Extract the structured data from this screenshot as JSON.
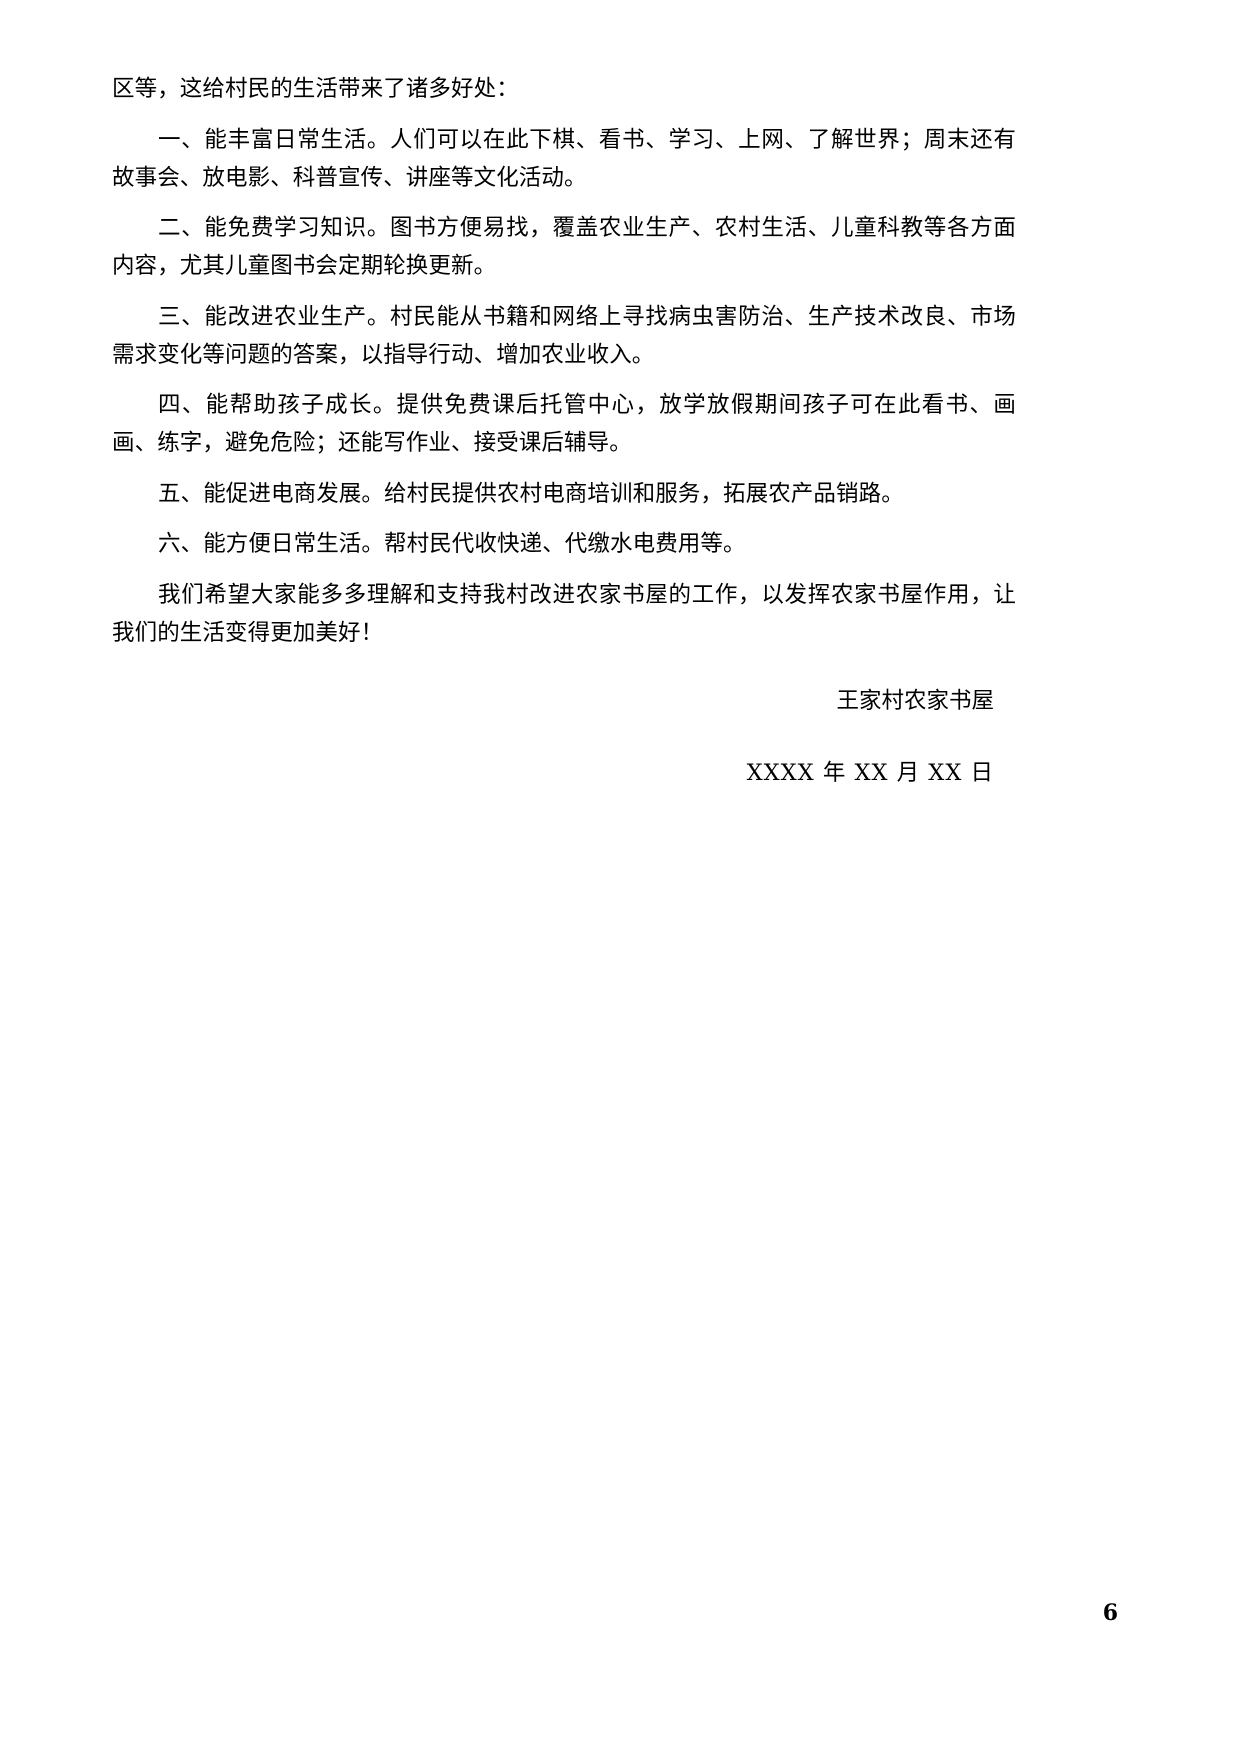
{
  "document": {
    "body_paragraphs": [
      {
        "id": "opening-continuation",
        "indent": false,
        "text": "区等，这给村民的生活带来了诸多好处："
      },
      {
        "id": "benefit-1",
        "indent": true,
        "text": "一、能丰富日常生活。人们可以在此下棋、看书、学习、上网、了解世界；周末还有故事会、放电影、科普宣传、讲座等文化活动。"
      },
      {
        "id": "benefit-2",
        "indent": true,
        "text": "二、能免费学习知识。图书方便易找，覆盖农业生产、农村生活、儿童科教等各方面内容，尤其儿童图书会定期轮换更新。"
      },
      {
        "id": "benefit-3",
        "indent": true,
        "text": "三、能改进农业生产。村民能从书籍和网络上寻找病虫害防治、生产技术改良、市场需求变化等问题的答案，以指导行动、增加农业收入。"
      },
      {
        "id": "benefit-4",
        "indent": true,
        "text": "四、能帮助孩子成长。提供免费课后托管中心，放学放假期间孩子可在此看书、画画、练字，避免危险；还能写作业、接受课后辅导。"
      },
      {
        "id": "benefit-5",
        "indent": true,
        "text": "五、能促进电商发展。给村民提供农村电商培训和服务，拓展农产品销路。"
      },
      {
        "id": "benefit-6",
        "indent": true,
        "text": "六、能方便日常生活。帮村民代收快递、代缴水电费用等。"
      },
      {
        "id": "closing",
        "indent": true,
        "text": "我们希望大家能多多理解和支持我村改进农家书屋的工作，以发挥农家书屋作用，让我们的生活变得更加美好！"
      }
    ],
    "signature": {
      "organization": "王家村农家书屋",
      "date": "XXXX 年 XX 月 XX 日"
    },
    "page_number": "6"
  }
}
